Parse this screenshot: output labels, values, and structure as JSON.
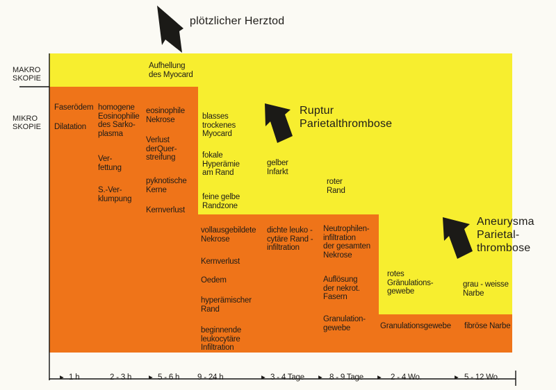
{
  "side_labels": {
    "makro": "MAKRO\nSKOPIE",
    "mikro": "MIKRO\nSKOPIE"
  },
  "events": {
    "sudden_death": "plötzlicher Herztod",
    "rupture": "Ruptur\nParietalthrombose",
    "aneurysm": "Aneurysma\nParietal-\nthrombose"
  },
  "makroskopie": {
    "myocard_brightening": "Aufhellung\ndes Myocard",
    "pale_dry": "blasses\ntrockenes\nMyocard",
    "focal_hyperemia": "fokale\nHyperämie\nam Rand",
    "yellow_border": "feine gelbe\nRandzone",
    "yellow_infarct": "gelber\nInfarkt",
    "red_border": "roter\nRand",
    "granulation": "rotes\nGränulations-\ngewebe",
    "scar": "grau - weisse\nNarbe"
  },
  "mikroskopie": {
    "fiber_edema": "Faserödem",
    "dilatation": "Dilatation",
    "homogeneous": "homogene\nEosinophilie\ndes Sarko-\nplasma",
    "fattening": "Ver-\nfettung",
    "clumping": "S.-Ver-\nklumpung",
    "eosinophil_necrosis": "eosinophile\nNekrose",
    "striation_loss": "Verlust\nderQuer-\nstreifung",
    "pyknotic": "pyknotische\nKerne",
    "nucleus_loss_early": "Kernverlust",
    "full_necrosis": "vollausgebildete\nNekrose",
    "nucleus_loss": "Kernverlust",
    "edema": "Oedem",
    "hyperemic_border": "hyperämischer\nRand",
    "leukocyte_infiltration": "beginnende\nleukocytäre\nInfiltration",
    "dense_leukocyte": "dichte leuko -\ncytäre Rand -\ninfiltration",
    "neutrophil": "Neutrophilen-\ninfiltration\nder gesamten\nNekrose",
    "fiber_dissolution": "Auflösung\nder nekrot.\nFasern",
    "granulation_early": "Granulation-\ngewebe",
    "granulation_tissue": "Granulationsgewebe",
    "fibrous_scar": "fibröse Narbe"
  },
  "timeline": [
    "1 h",
    "2 - 3 h",
    "5 - 6 h",
    "9 - 24 h",
    "3 - 4 Tage",
    "8 - 9 Tage",
    "2 - 4 Wo.",
    "5 - 12 Wo."
  ],
  "colors": {
    "yellow": "#f7ee2f",
    "orange": "#ef7419",
    "arrow": "#1b1a17",
    "line": "#111111"
  }
}
